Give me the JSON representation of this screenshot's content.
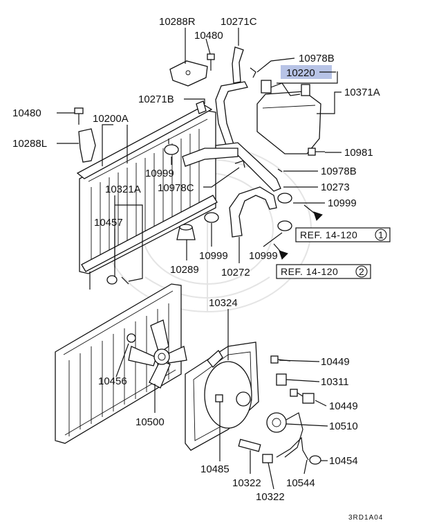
{
  "parts": {
    "p10288R": "10288R",
    "p10271C": "10271C",
    "p10480_top": "10480",
    "p10978B_top": "10978B",
    "p10220": "10220",
    "p10371A": "10371A",
    "p10271B": "10271B",
    "p10480_left": "10480",
    "p10200A": "10200A",
    "p10288L": "10288L",
    "p10981": "10981",
    "p10999_a": "10999",
    "p10978B_mid": "10978B",
    "p10321A": "10321A",
    "p10978C": "10978C",
    "p10273": "10273",
    "p10999_b": "10999",
    "p10457": "10457",
    "p10999_c": "10999",
    "p10999_d": "10999",
    "p10289": "10289",
    "p10272": "10272",
    "p10324": "10324",
    "p10449_a": "10449",
    "p10456": "10456",
    "p10311": "10311",
    "p10449_b": "10449",
    "p10500": "10500",
    "p10510": "10510",
    "p10485": "10485",
    "p10454": "10454",
    "p10322_a": "10322",
    "p10544": "10544",
    "p10322_b": "10322"
  },
  "refs": {
    "ref1_text": "REF. 14-120",
    "ref1_num": "1",
    "ref2_text": "REF. 14-120",
    "ref2_num": "2"
  },
  "highlight_color": "#b7c3e6",
  "diagram_code": "3RD1A04"
}
